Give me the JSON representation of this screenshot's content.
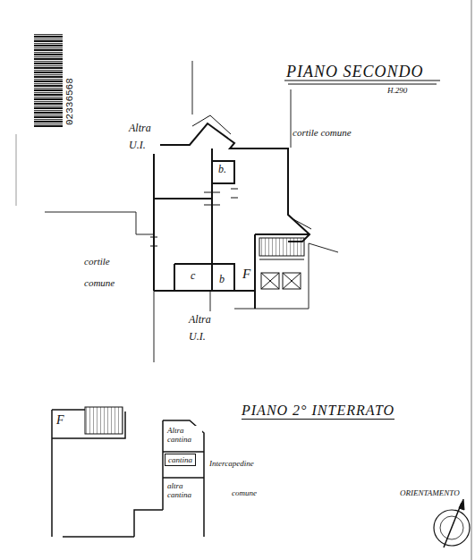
{
  "diagram": {
    "title": "PIANO SECONDO",
    "nodes": [
      {
        "text": [
          "cantina"
        ]
      }
    ],
    "labels": [
      "02336568",
      "H.290",
      "Altra U.I.",
      "cortile comune",
      "b.",
      "cortile comune",
      "c",
      "b",
      "F",
      "Altra U.I.",
      "PIANO 2° INTERRATO",
      "F",
      "Altra cantina",
      "Intercapedine",
      "comune",
      "altra cantina",
      "ORIENTAMENTO"
    ]
  }
}
